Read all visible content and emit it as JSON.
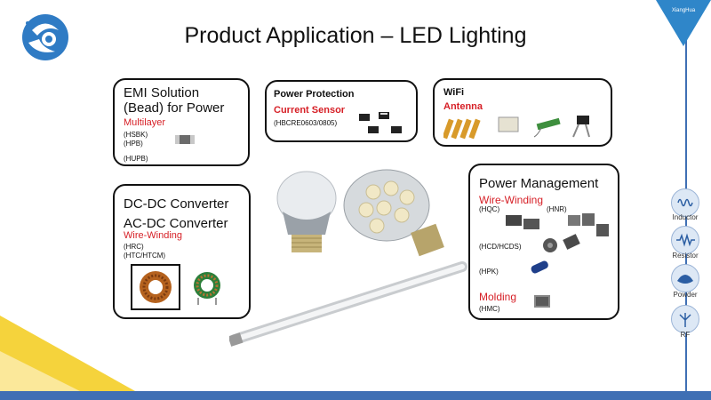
{
  "slide": {
    "title": "Product Application – LED Lighting"
  },
  "brand": {
    "badge_text": "XiangHua",
    "accent": "#3f6fb4",
    "red": "#d61f26",
    "yellow": "#f5d33c"
  },
  "boxes": {
    "emi": {
      "title_line1": "EMI Solution",
      "title_line2": "(Bead) for Power",
      "subtitle": "Multilayer",
      "items": [
        "(HSBK)",
        "(HPB)",
        "(HUPB)"
      ]
    },
    "power_protection": {
      "title": "Power Protection",
      "subtitle": "Current Sensor",
      "item": "(HBCRE0603/0805)"
    },
    "wifi": {
      "title": "WiFi",
      "subtitle": "Antenna"
    },
    "dcdc": {
      "title_line1": "DC-DC Converter",
      "title_line2": "AC-DC Converter",
      "subtitle": "Wire-Winding",
      "items": [
        "(HRC)",
        "(HTC/HTCM)"
      ]
    },
    "power_mgmt": {
      "title": "Power Management",
      "subtitle": "Wire-Winding",
      "hqc": "(HQC)",
      "hnr": "(HNR)",
      "hcd": "(HCD/HCDS)",
      "hpk": "(HPK)",
      "molding": "Molding",
      "hmc": "(HMC)"
    }
  },
  "sidebar": {
    "items": [
      {
        "label": "Inductor",
        "icon": "inductor-icon"
      },
      {
        "label": "Resistor",
        "icon": "resistor-icon"
      },
      {
        "label": "Powder",
        "icon": "powder-icon"
      },
      {
        "label": "RF",
        "icon": "rf-icon"
      }
    ]
  }
}
